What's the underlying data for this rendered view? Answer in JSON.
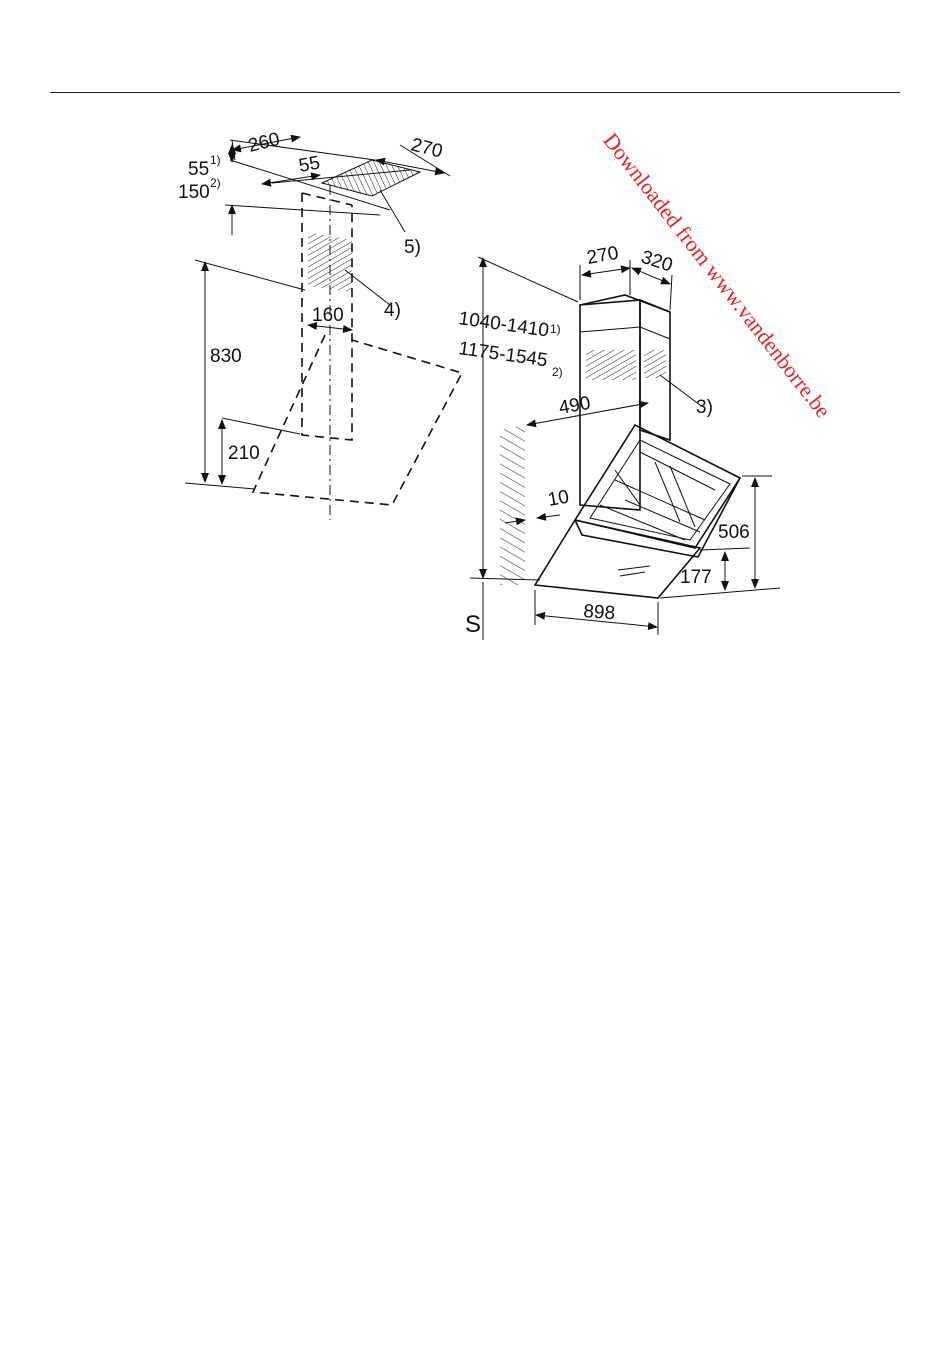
{
  "watermark": "Downloaded from www.vandenborre.be",
  "left_view": {
    "dim_260": "260",
    "dim_270": "270",
    "dim_55_top": "55",
    "dim_55_side": "55",
    "footnote_1": "1)",
    "dim_150": "150",
    "footnote_2": "2)",
    "label_5": "5)",
    "label_4": "4)",
    "dim_160": "160",
    "dim_830": "830",
    "dim_210": "210"
  },
  "right_view": {
    "dim_270": "270",
    "dim_320": "320",
    "range_1": "1040-1410",
    "footnote_1": "1)",
    "range_2": "1175-1545",
    "footnote_2": "2)",
    "label_3": "3)",
    "dim_490": "490",
    "dim_10": "10",
    "dim_506": "506",
    "dim_177": "177",
    "dim_898": "898",
    "label_s": "S"
  }
}
